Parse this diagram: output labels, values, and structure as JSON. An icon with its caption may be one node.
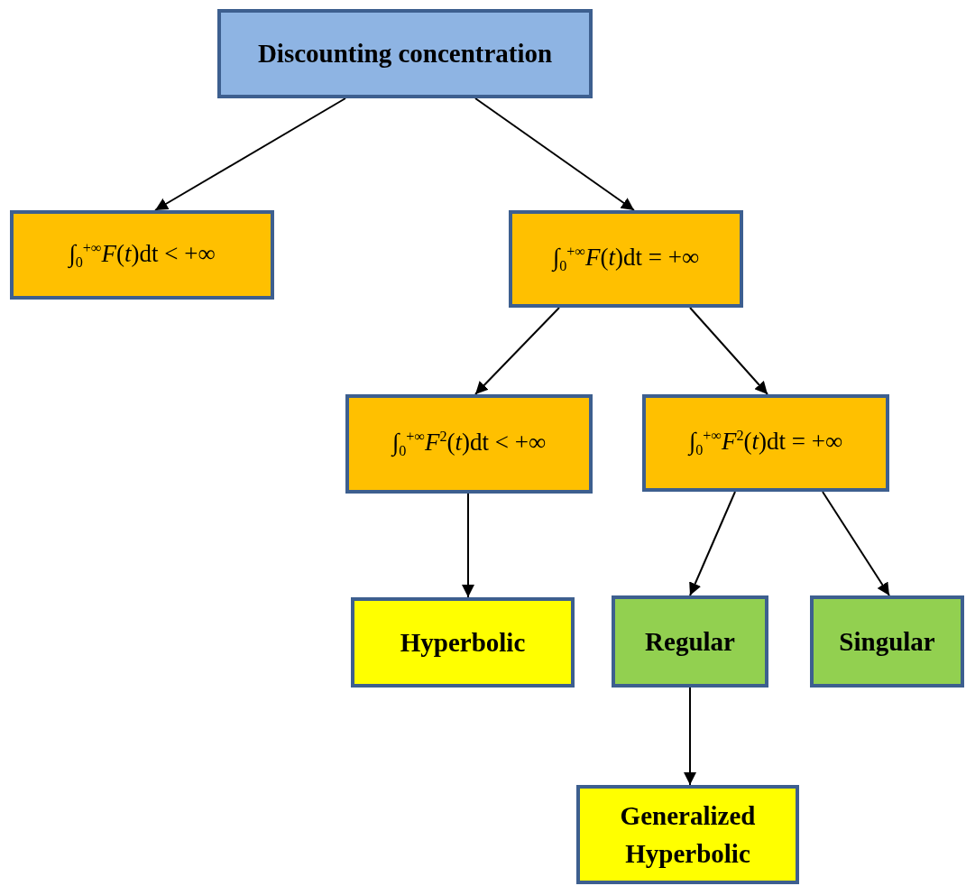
{
  "diagram": {
    "nodes": [
      {
        "text": [
          "Discounting concentration"
        ]
      },
      {
        "text": [
          "∫$_{0}$$^{+∞}$*F*(*t*)dt < +∞"
        ]
      },
      {
        "text": [
          "∫$_{0}$$^{+∞}$*F*(*t*)dt = +∞"
        ]
      },
      {
        "text": [
          "∫$_{0}$$^{+∞}$*F*$^{2}$(*t*)dt < +∞"
        ]
      },
      {
        "text": [
          "∫$_{0}$$^{+∞}$*F*$^{2}$(*t*)dt = +∞"
        ]
      },
      {
        "text": [
          "Hyperbolic"
        ]
      },
      {
        "text": [
          "Regular"
        ]
      },
      {
        "text": [
          "Singular"
        ]
      },
      {
        "text": [
          "Generalized Hyperbolic"
        ]
      }
    ],
    "edges": [
      {
        "from": 0,
        "to": 1,
        "arrow": "to"
      },
      {
        "from": 0,
        "to": 2,
        "arrow": "to"
      },
      {
        "from": 2,
        "to": 3,
        "arrow": "to"
      },
      {
        "from": 2,
        "to": 4,
        "arrow": "to"
      },
      {
        "from": 3,
        "to": 5,
        "arrow": "to"
      },
      {
        "from": 4,
        "to": 6,
        "arrow": "to"
      },
      {
        "from": 4,
        "to": 7,
        "arrow": "to"
      },
      {
        "from": 6,
        "to": 8,
        "arrow": "to"
      }
    ]
  }
}
